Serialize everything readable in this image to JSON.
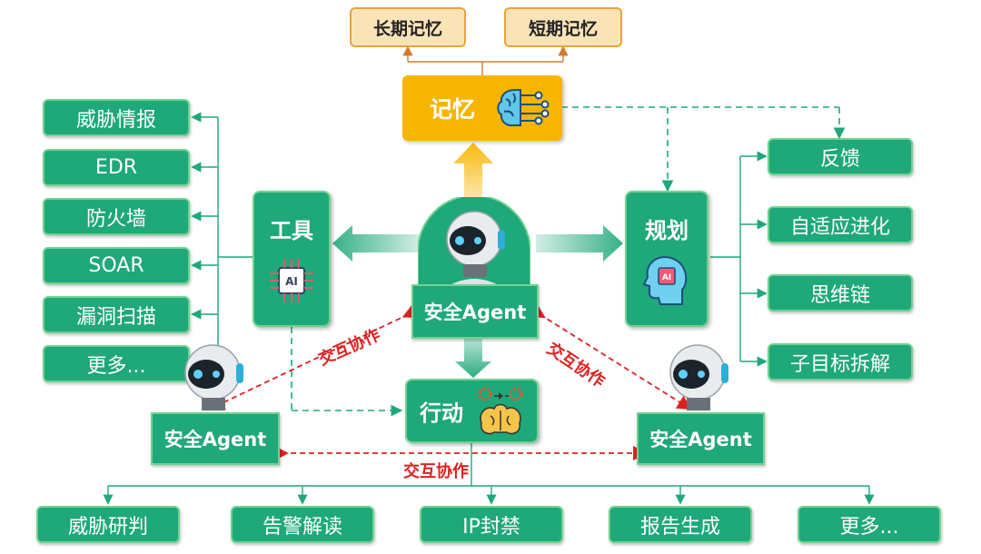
{
  "memory": {
    "label": "记忆",
    "long_term": "长期记忆",
    "short_term": "短期记忆"
  },
  "tools": {
    "label": "工具",
    "chip_text": "AI",
    "items": [
      "威胁情报",
      "EDR",
      "防火墙",
      "SOAR",
      "漏洞扫描",
      "更多..."
    ]
  },
  "planning": {
    "label": "规划",
    "chip_text": "AI",
    "items": [
      "反馈",
      "自适应进化",
      "思维链",
      "子目标拆解"
    ]
  },
  "action": {
    "label": "行动",
    "items": [
      "威胁研判",
      "告警解读",
      "IP封禁",
      "报告生成",
      "更多..."
    ]
  },
  "agents": {
    "center": "安全Agent",
    "left": "安全Agent",
    "right": "安全Agent"
  },
  "collaboration": {
    "left": "交互协作",
    "right": "交互协作",
    "bottom": "交互协作"
  },
  "colors": {
    "green": "#1fa87a",
    "green_border": "#6fd38f",
    "memory_gold": "#f7b500",
    "orange_border": "#e8a33a",
    "red": "#e02020"
  },
  "icons": [
    "brain-circuit-icon",
    "ai-chip-icon",
    "head-ai-icon",
    "brain-gears-icon",
    "robot-icon"
  ]
}
